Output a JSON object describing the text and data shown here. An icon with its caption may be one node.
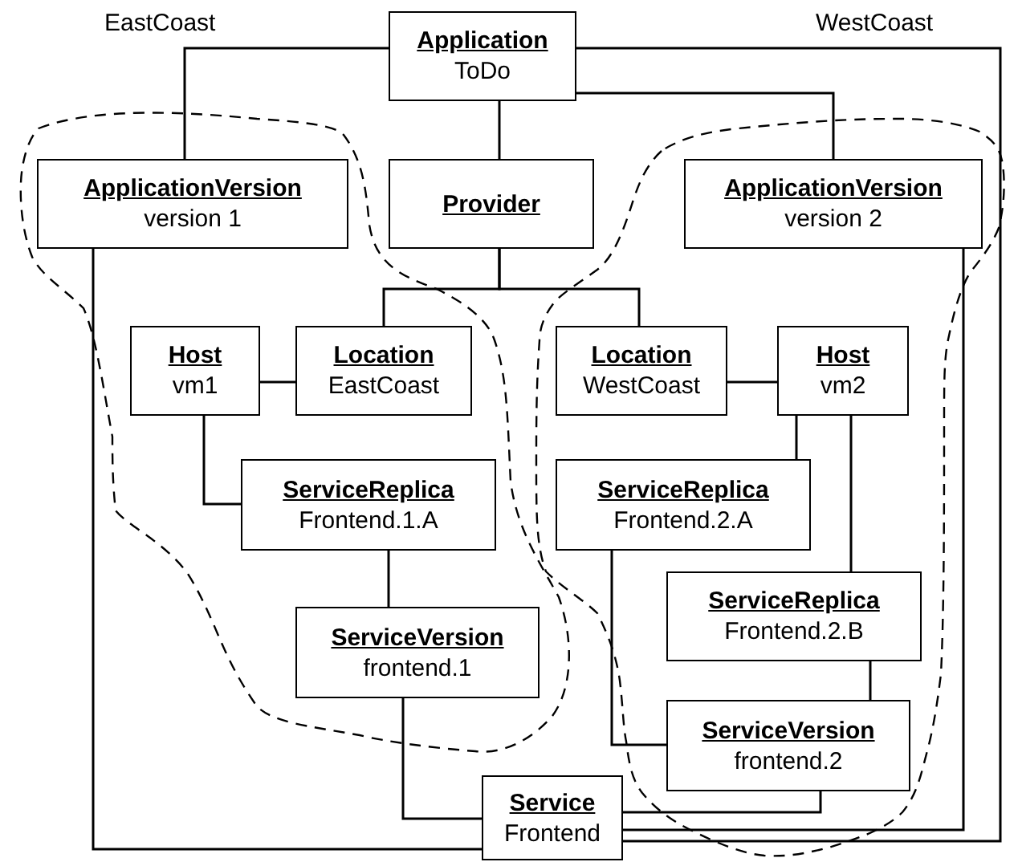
{
  "diagram": {
    "nodes": [
      {
        "text": [
          "Application",
          "ToDo"
        ]
      },
      {
        "text": [
          "ApplicationVersion",
          "version 1"
        ]
      },
      {
        "text": [
          "Provider"
        ]
      },
      {
        "text": [
          "ApplicationVersion",
          "version 2"
        ]
      },
      {
        "text": [
          "Host",
          "vm1"
        ]
      },
      {
        "text": [
          "Location",
          "EastCoast"
        ]
      },
      {
        "text": [
          "Location",
          "WestCoast"
        ]
      },
      {
        "text": [
          "Host",
          "vm2"
        ]
      },
      {
        "text": [
          "ServiceReplica",
          "Frontend.1.A"
        ]
      },
      {
        "text": [
          "ServiceReplica",
          "Frontend.2.A"
        ]
      },
      {
        "text": [
          "ServiceReplica",
          "Frontend.2.B"
        ]
      },
      {
        "text": [
          "ServiceVersion",
          "frontend.1"
        ]
      },
      {
        "text": [
          "ServiceVersion",
          "frontend.2"
        ]
      },
      {
        "text": [
          "Service",
          "Frontend"
        ]
      }
    ],
    "edges": [
      {
        "from": 0,
        "to": 1,
        "arrow": "none"
      },
      {
        "from": 0,
        "to": 2,
        "arrow": "none"
      },
      {
        "from": 0,
        "to": 3,
        "arrow": "none"
      },
      {
        "from": 0,
        "to": 13,
        "arrow": "none"
      },
      {
        "from": 1,
        "to": 13,
        "arrow": "none"
      },
      {
        "from": 3,
        "to": 13,
        "arrow": "none"
      },
      {
        "from": 2,
        "to": 5,
        "arrow": "none"
      },
      {
        "from": 2,
        "to": 6,
        "arrow": "none"
      },
      {
        "from": 4,
        "to": 5,
        "arrow": "none"
      },
      {
        "from": 6,
        "to": 7,
        "arrow": "none"
      },
      {
        "from": 4,
        "to": 8,
        "arrow": "none"
      },
      {
        "from": 8,
        "to": 11,
        "arrow": "none"
      },
      {
        "from": 11,
        "to": 13,
        "arrow": "none"
      },
      {
        "from": 7,
        "to": 9,
        "arrow": "none"
      },
      {
        "from": 7,
        "to": 10,
        "arrow": "none"
      },
      {
        "from": 9,
        "to": 12,
        "arrow": "none"
      },
      {
        "from": 10,
        "to": 12,
        "arrow": "none"
      },
      {
        "from": 12,
        "to": 13,
        "arrow": "none"
      }
    ],
    "labels": [
      "EastCoast",
      "WestCoast"
    ]
  }
}
